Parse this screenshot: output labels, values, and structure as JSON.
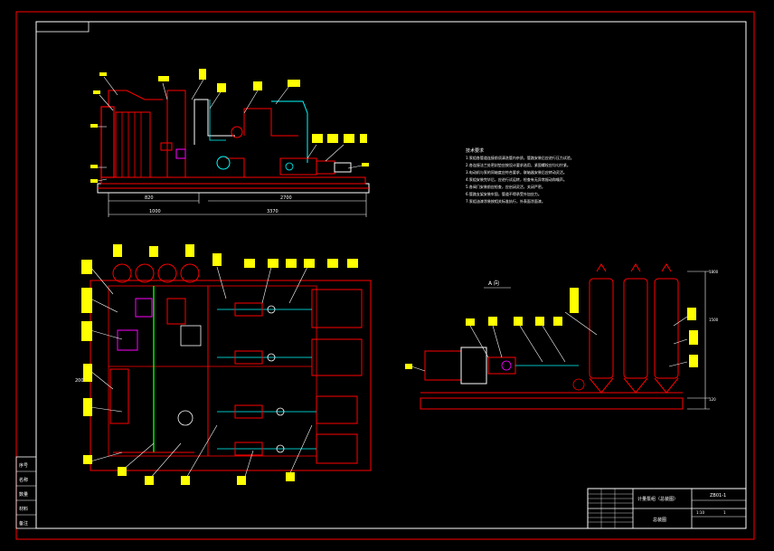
{
  "notes": {
    "heading": "技术要求",
    "lines": [
      "1.泵组各管道连接前须清洗管内杂质，管路安装后应进行压力试验。",
      "2.各连接法兰处密封垫应按设计要求选用，紧固螺栓应均匀拧紧。",
      "3.电动机与泵的同轴度应符合要求，联轴器安装后应转动灵活。",
      "4.泵组安装完毕后，应进行试运转，检查有无异常振动和噪声。",
      "5.各阀门安装前应检查，应启闭灵活，关闭严密。",
      "6.管路支架安装牢固，管道不得承受外加应力。",
      "7.泵组油漆涂装按相关标准执行，外表面涂面漆。"
    ]
  },
  "view_label": "A 向",
  "dimensions": {
    "top_1": "820",
    "top_2": "1000",
    "top_3": "2700",
    "top_overall": "3370",
    "plan_height": "2000",
    "side_height": "1800",
    "side_mid": "1500",
    "side_base": "120"
  },
  "title_block": {
    "drawing_no": "ZB01-1",
    "name": "计量泵组（总装图）",
    "sub": "总装图",
    "scale": "1:10",
    "sheet": "1"
  },
  "left_strip": [
    "序号",
    "名称",
    "数量",
    "材料",
    "备注"
  ],
  "colors": {
    "frame": "#ff0000",
    "outline": "#ffffff",
    "label": "#ffff00",
    "pipe": "#00ffff",
    "green": "#00ff00",
    "magenta": "#ff00ff"
  }
}
